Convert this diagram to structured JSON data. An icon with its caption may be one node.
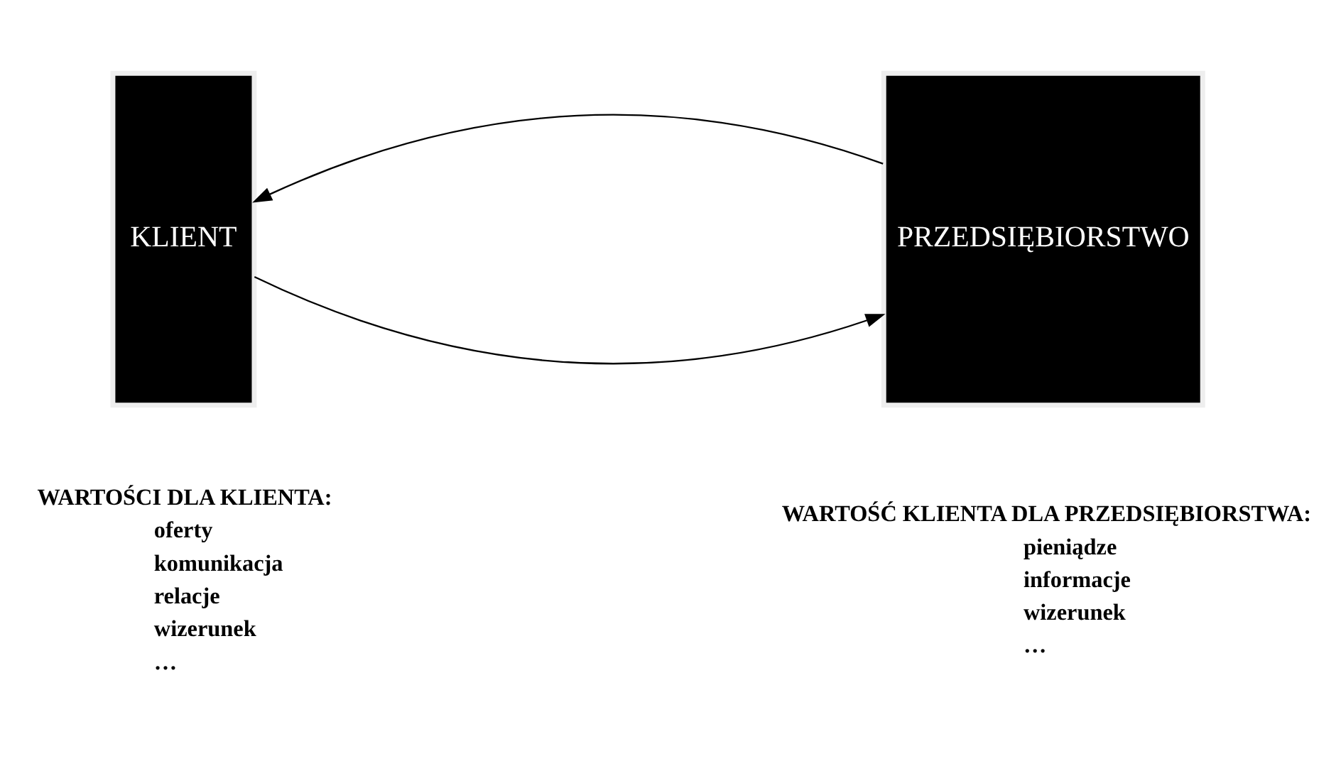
{
  "diagram": {
    "nodes": [
      {
        "text": [
          "KLIENT"
        ],
        "beside": [
          "WARTOŚCI DLA KLIENTA:",
          "oferty",
          "komunikacja",
          "relacje",
          "wizerunek",
          "…"
        ]
      },
      {
        "text": [
          "PRZEDSIĘBIORSTWO"
        ],
        "beside": [
          "WARTOŚĆ KLIENTA DLA PRZEDSIĘBIORSTWA:",
          "pieniądze",
          "informacje",
          "wizerunek",
          "…"
        ]
      }
    ],
    "edges": [
      {
        "from": 0,
        "to": 1,
        "arrow": "to"
      },
      {
        "from": 1,
        "to": 0,
        "arrow": "to"
      }
    ]
  }
}
